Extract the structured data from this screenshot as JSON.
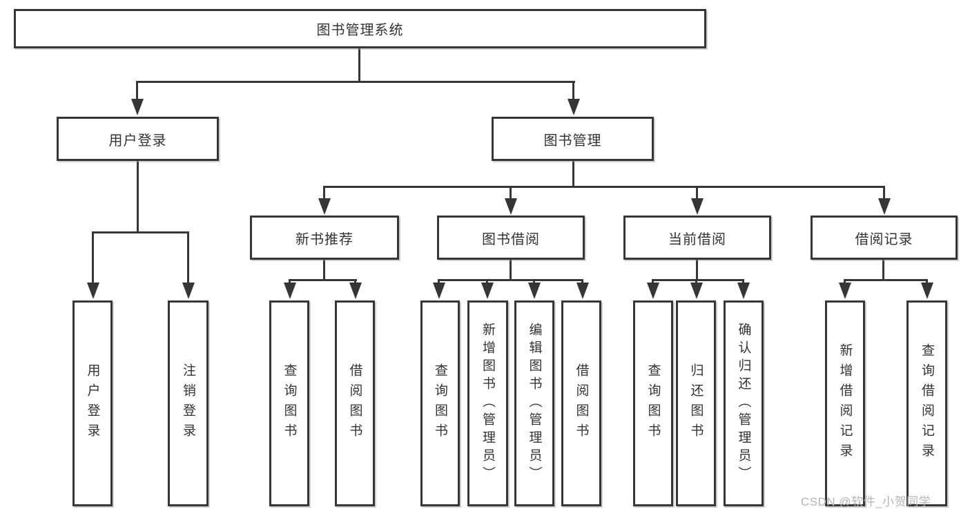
{
  "diagram": {
    "title": "图书管理系统",
    "watermark": "CSDN @软件_小贺同学",
    "colors": {
      "background": "#ffffff",
      "line": "#363636",
      "box_border": "#363636",
      "text": "#333333",
      "watermark": "#b4b4b4"
    },
    "nodes": [
      {
        "id": "root",
        "label": "图书管理系统",
        "level": 1,
        "parent": null
      },
      {
        "id": "user-login",
        "label": "用户登录",
        "level": 2,
        "parent": "root"
      },
      {
        "id": "book-management",
        "label": "图书管理",
        "level": 2,
        "parent": "root"
      },
      {
        "id": "new-book-recommend",
        "label": "新书推荐",
        "level": 3,
        "parent": "book-management"
      },
      {
        "id": "book-borrowing",
        "label": "图书借阅",
        "level": 3,
        "parent": "book-management"
      },
      {
        "id": "current-borrowing",
        "label": "当前借阅",
        "level": 3,
        "parent": "book-management"
      },
      {
        "id": "borrowing-records",
        "label": "借阅记录",
        "level": 3,
        "parent": "book-management"
      },
      {
        "id": "leaf-user-login",
        "label": "用户登录",
        "level": 4,
        "parent": "user-login"
      },
      {
        "id": "leaf-logout",
        "label": "注销登录",
        "level": 4,
        "parent": "user-login"
      },
      {
        "id": "leaf-query-books-rec",
        "label": "查询图书",
        "level": 4,
        "parent": "new-book-recommend"
      },
      {
        "id": "leaf-borrow-books-rec",
        "label": "借阅图书",
        "level": 4,
        "parent": "new-book-recommend"
      },
      {
        "id": "leaf-query-books-bor",
        "label": "查询图书",
        "level": 4,
        "parent": "book-borrowing"
      },
      {
        "id": "leaf-add-books-admin",
        "label": "新增图书（管理员）",
        "level": 4,
        "parent": "book-borrowing"
      },
      {
        "id": "leaf-edit-books-admin",
        "label": "编辑图书（管理员）",
        "level": 4,
        "parent": "book-borrowing"
      },
      {
        "id": "leaf-borrow-books-bor",
        "label": "借阅图书",
        "level": 4,
        "parent": "book-borrowing"
      },
      {
        "id": "leaf-query-books-cur",
        "label": "查询图书",
        "level": 4,
        "parent": "current-borrowing"
      },
      {
        "id": "leaf-return-books",
        "label": "归还图书",
        "level": 4,
        "parent": "current-borrowing"
      },
      {
        "id": "leaf-confirm-return-admin",
        "label": "确认归还（管理员）",
        "level": 4,
        "parent": "current-borrowing"
      },
      {
        "id": "leaf-add-borrow-record",
        "label": "新增借阅记录",
        "level": 4,
        "parent": "borrowing-records"
      },
      {
        "id": "leaf-query-borrow-record",
        "label": "查询借阅记录",
        "level": 4,
        "parent": "borrowing-records"
      }
    ]
  }
}
